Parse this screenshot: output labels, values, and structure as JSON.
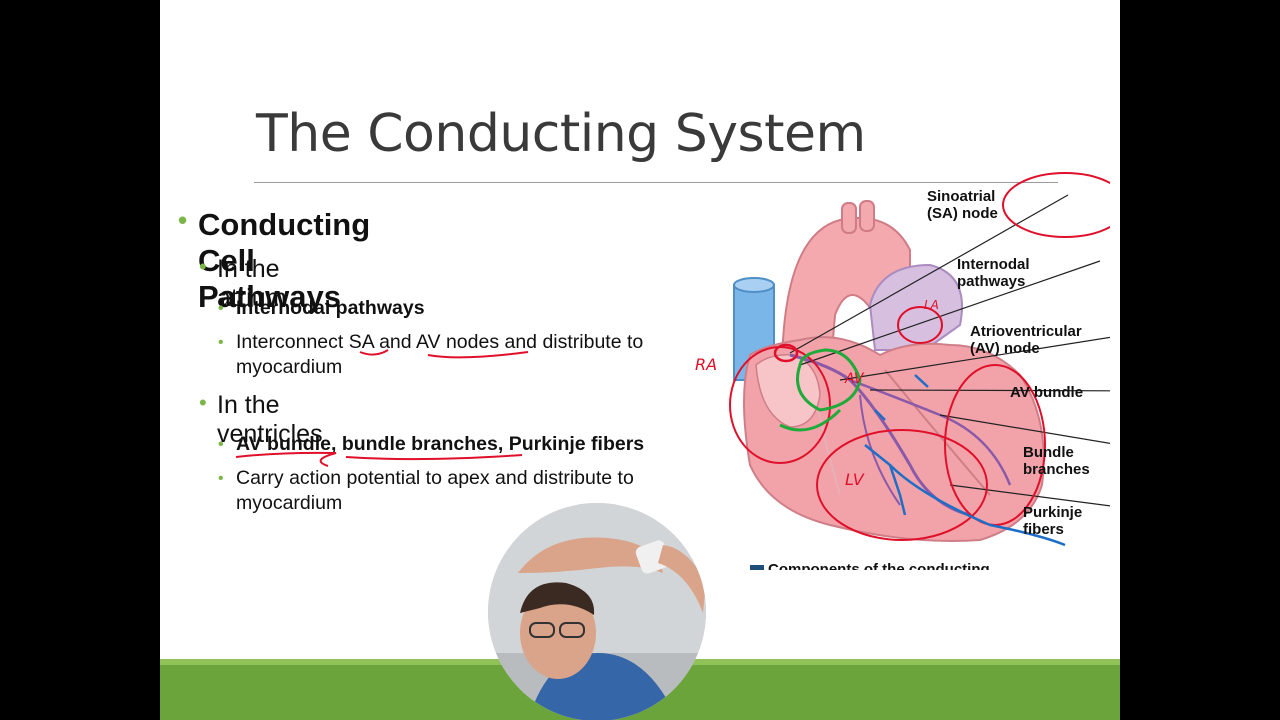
{
  "slide": {
    "title": "The Conducting System",
    "bullets": {
      "level1": "Conducting Cell Pathways",
      "atrium": {
        "heading": "In the atrium",
        "item1": "Internodal pathways",
        "item2": "Interconnect SA and AV nodes and distribute to myocardium"
      },
      "ventricles": {
        "heading": "In the ventricles",
        "item1_parts": [
          "AV bundle",
          ", ",
          "bundle branches",
          ", ",
          "Purkinje fibers"
        ],
        "item2": "Carry action potential to apex and distribute to myocardium"
      }
    }
  },
  "figure": {
    "labels": {
      "sa_node": [
        "Sinoatrial",
        "(SA) node"
      ],
      "internodal": [
        "Internodal",
        "pathways"
      ],
      "av_node": [
        "Atrioventricular",
        "(AV) node"
      ],
      "av_bundle": [
        "AV bundle"
      ],
      "bundle_branches": [
        "Bundle",
        "branches"
      ],
      "purkinje": [
        "Purkinje",
        "fibers"
      ]
    },
    "caption_partial": "Components of the conducting",
    "annotations": {
      "ra": "RA",
      "av": "AV",
      "lv": "LV",
      "la": "LA"
    }
  },
  "colors": {
    "bullet": "#7ab648",
    "footer_green": "#6aa43a",
    "ink_red": "#e0102a",
    "ink_blue": "#1d6ec7",
    "ink_green": "#1faa3a",
    "heart_pink": "#f2a3aa"
  },
  "webcam": {
    "icon": "presenter-video-icon"
  }
}
